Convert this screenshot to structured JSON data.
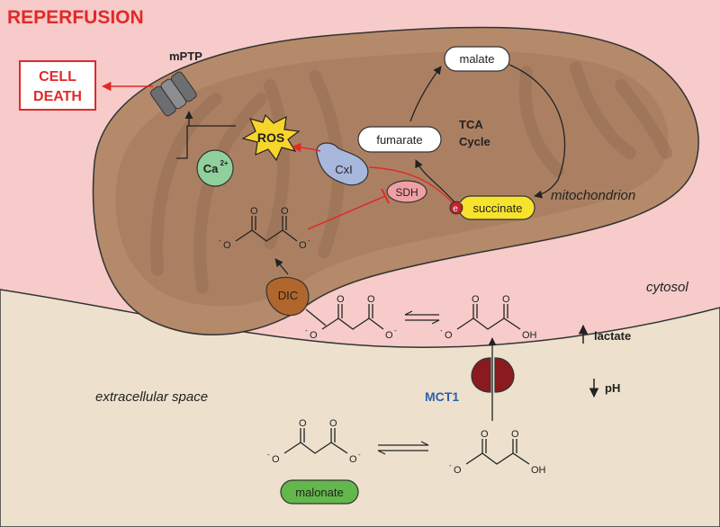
{
  "diagram": {
    "title": "REPERFUSION",
    "cell_death_line1": "CELL",
    "cell_death_line2": "DEATH",
    "mptp": "mPTP",
    "ros": "ROS",
    "calcium": "Ca",
    "calcium_charge": "2+",
    "cxi": "CxI",
    "sdh": "SDH",
    "electron": "e",
    "electron_charge": "-",
    "succinate": "succinate",
    "fumarate": "fumarate",
    "malate": "malate",
    "tca_line1": "TCA",
    "tca_line2": "Cycle",
    "mitochondrion": "mitochondrion",
    "cytosol": "cytosol",
    "extracellular": "extracellular space",
    "dic": "DIC",
    "mct1": "MCT1",
    "lactate": "lactate",
    "ph": "pH",
    "malonate": "malonate",
    "o_minus": "O",
    "minus": "-",
    "oxygen": "O",
    "oh": "OH",
    "colors": {
      "cytosol_bg": "#f6cbc9",
      "extracellular_bg": "#ede1cd",
      "mito_outer": "#b48a6a",
      "mito_inner": "#a97e60",
      "red": "#e02a2a",
      "mct1_blue": "#2f5fae",
      "malonate_green": "#63b84b",
      "succinate_yellow": "#f7e22e",
      "cxi_blue": "#a8b8dc",
      "sdh_pink": "#f0a0a4",
      "ca_green": "#8fd09c",
      "dic_brown": "#b0662c",
      "mct1_dark": "#8b1a1f"
    }
  }
}
